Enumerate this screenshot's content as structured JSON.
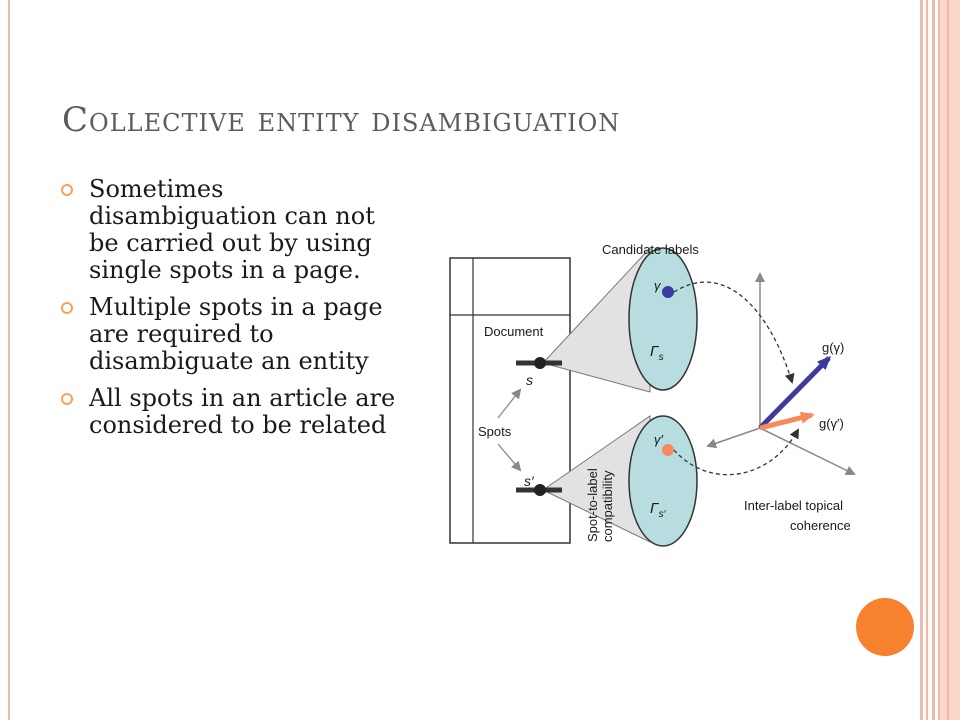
{
  "slide": {
    "title": "Collective entity disambiguation",
    "bullets": [
      "Sometimes disambiguation can not be carried out by using single spots in a page.",
      "Multiple spots in a page are required to disambiguate an entity",
      "All spots in an article are considered to be related"
    ]
  },
  "diagram": {
    "candidate_labels": "Candidate labels",
    "document": "Document",
    "spots": "Spots",
    "spot_s": "s",
    "spot_s_prime": "s′",
    "gamma": "γ",
    "gamma_prime": "γ′",
    "big_gamma_s": "Γ",
    "big_gamma_sub_s": "s",
    "big_gamma_sub_s_prime": "s′",
    "compat_line1": "Spot-to-label",
    "compat_line2": "compatibility",
    "g_gamma": "g(γ)",
    "g_gamma_prime": "g(γ′)",
    "coherence_line1": "Inter-label topical",
    "coherence_line2": "coherence"
  },
  "colors": {
    "title": "#5c5c5c",
    "accent_orange": "#f7812f",
    "bullet_ring": "#f9a25c",
    "ellipse_fill": "#b7dde1",
    "vector_blue": "#3a3aa0",
    "vector_orange": "#f7895a"
  }
}
